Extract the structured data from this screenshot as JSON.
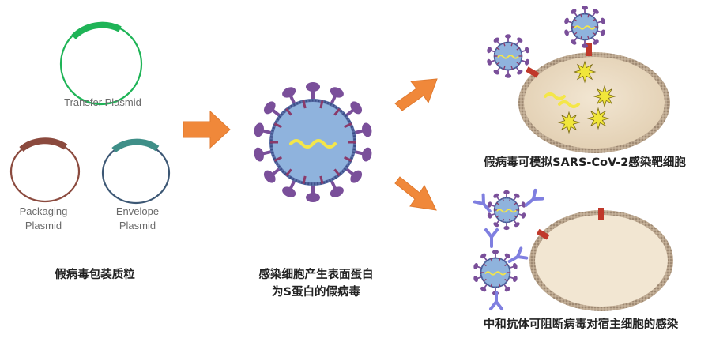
{
  "plasmids": {
    "transfer": "Transfer Plasmid",
    "packaging_line1": "Packaging",
    "packaging_line2": "Plasmid",
    "envelope_line1": "Envelope",
    "envelope_line2": "Plasmid"
  },
  "captions": {
    "plasmid_section": "假病毒包装质粒",
    "pseudovirus_line1": "感染细胞产生表面蛋白",
    "pseudovirus_line2": "为S蛋白的假病毒",
    "target_cell": "假病毒可模拟SARS-CoV-2感染靶细胞",
    "neutralization": "中和抗体可阻断病毒对宿主细胞的感染"
  },
  "colors": {
    "transfer": "#1fb457",
    "packaging": "#8b4a3e",
    "envelope": "#3d5875",
    "envelope_tab": "#3f8f88",
    "arrow": "#f0883a",
    "virus_body": "#8fb3dd",
    "virus_spike": "#7a4f9a",
    "rna": "#f4e64a",
    "cell_fill": "#ecdcc2",
    "cell_membrane": "#a08a72",
    "receptor": "#c0392b",
    "antibody": "#7f7fe0"
  }
}
